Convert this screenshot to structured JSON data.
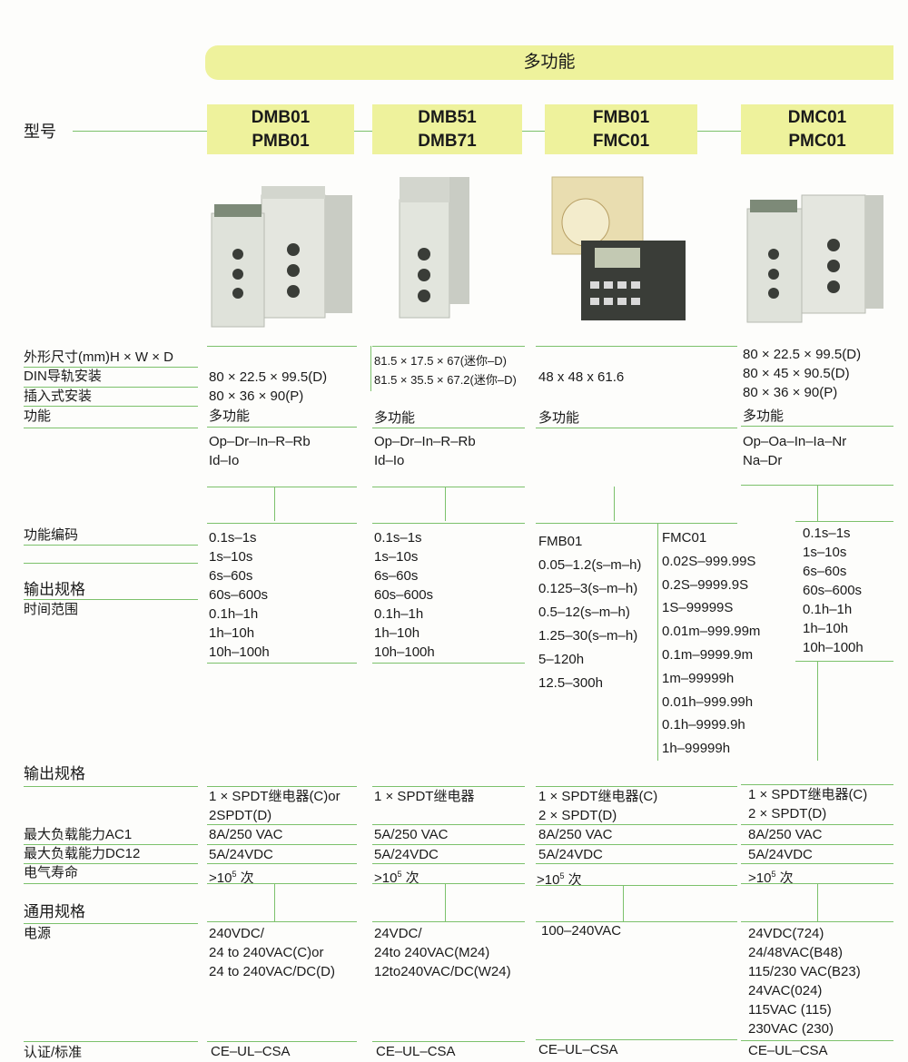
{
  "banner": "多功能",
  "row_labels": {
    "model": "型号",
    "size1": "外形尺寸(mm)H × W × D",
    "size2": "DIN导轨安装",
    "size3": "插入式安装",
    "function": "功能",
    "func_code": "功能编码",
    "output_spec": "输出规格",
    "time_range": "时间范围",
    "output_spec2": "输出规格",
    "load_ac": "最大负载能力AC1",
    "load_dc": "最大负载能力DC12",
    "life": "电气寿命",
    "general": "通用规格",
    "power": "电源",
    "cert": "认证/标准"
  },
  "columns": [
    {
      "model": [
        "DMB01",
        "PMB01"
      ],
      "size": [
        "80 × 22.5 × 99.5(D)",
        "80 × 36 × 90(P)"
      ],
      "function": "多功能",
      "codes": [
        "Op–Dr–In–R–Rb",
        "Id–Io"
      ],
      "time": [
        "0.1s–1s",
        "1s–10s",
        "6s–60s",
        "60s–600s",
        "0.1h–1h",
        "1h–10h",
        "10h–100h"
      ],
      "output": [
        "1 × SPDT继电器(C)or",
        "2SPDT(D)"
      ],
      "load_ac": "8A/250 VAC",
      "load_dc": "5A/24VDC",
      "life_base": ">10",
      "life_exp": "5",
      "life_unit": " 次",
      "power": [
        "240VDC/",
        "24 to 240VAC(C)or",
        "24 to 240VAC/DC(D)"
      ],
      "cert": "CE–UL–CSA"
    },
    {
      "model": [
        "DMB51",
        "DMB71"
      ],
      "size": [
        "81.5 × 17.5 × 67(迷你–D)",
        "81.5 × 35.5 × 67.2(迷你–D)"
      ],
      "function": "多功能",
      "codes": [
        "Op–Dr–In–R–Rb",
        "Id–Io"
      ],
      "time": [
        "0.1s–1s",
        "1s–10s",
        "6s–60s",
        "60s–600s",
        "0.1h–1h",
        "1h–10h",
        "10h–100h"
      ],
      "output": [
        "1 × SPDT继电器"
      ],
      "load_ac": "5A/250 VAC",
      "load_dc": "5A/24VDC",
      "life_base": ">10",
      "life_exp": "5",
      "life_unit": " 次",
      "power": [
        "24VDC/",
        "24to 240VAC(M24)",
        "12to240VAC/DC(W24)"
      ],
      "cert": "CE–UL–CSA"
    },
    {
      "model": [
        "FMB01",
        "FMC01"
      ],
      "size": [
        "48 x 48 x 61.6"
      ],
      "function": "多功能",
      "time_left_title": "FMB01",
      "time_left": [
        "0.05–1.2(s–m–h)",
        "0.125–3(s–m–h)",
        "0.5–12(s–m–h)",
        "1.25–30(s–m–h)",
        "5–120h",
        "12.5–300h"
      ],
      "time_right_title": "FMC01",
      "time_right": [
        "0.02S–999.99S",
        "0.2S–9999.9S",
        "1S–99999S",
        "0.01m–999.99m",
        "0.1m–9999.9m",
        "1m–99999h",
        "0.01h–999.99h",
        "0.1h–9999.9h",
        "1h–99999h"
      ],
      "output": [
        "1 × SPDT继电器(C)",
        "2 × SPDT(D)"
      ],
      "load_ac": "8A/250 VAC",
      "load_dc": "5A/24VDC",
      "life_base": ">10",
      "life_exp": "5",
      "life_unit": " 次",
      "power": [
        "100–240VAC"
      ],
      "cert": "CE–UL–CSA"
    },
    {
      "model": [
        "DMC01",
        "PMC01"
      ],
      "size": [
        "80 × 22.5 × 99.5(D)",
        "80 × 45 × 90.5(D)",
        "80 × 36 × 90(P)"
      ],
      "function": "多功能",
      "codes": [
        "Op–Oa–In–Ia–Nr",
        "Na–Dr"
      ],
      "time": [
        "0.1s–1s",
        "1s–10s",
        "6s–60s",
        "60s–600s",
        "0.1h–1h",
        "1h–10h",
        "10h–100h"
      ],
      "output": [
        "1 × SPDT继电器(C)",
        "2 × SPDT(D)"
      ],
      "load_ac": "8A/250 VAC",
      "load_dc": "5A/24VDC",
      "life_base": ">10",
      "life_exp": "5",
      "life_unit": " 次",
      "power": [
        "24VDC(724)",
        "24/48VAC(B48)",
        "115/230 VAC(B23)",
        "24VAC(024)",
        "115VAC (115)",
        "230VAC (230)"
      ],
      "cert": "CE–UL–CSA"
    }
  ],
  "colors": {
    "banner": "#eef29c",
    "line": "#7cc16b",
    "relay_body": "#e4e6df",
    "relay_dark": "#3a3d38"
  }
}
